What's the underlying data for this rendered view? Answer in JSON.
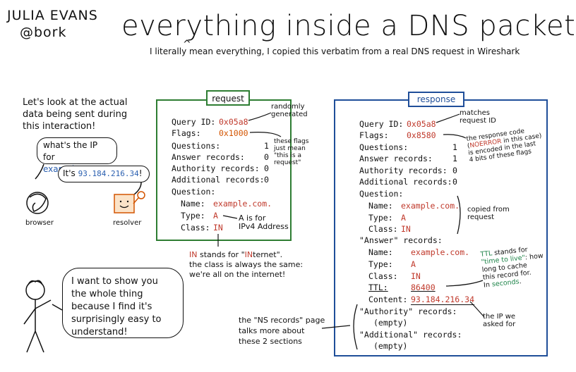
{
  "author": {
    "name": "JULIA EVANS",
    "handle": "@bork"
  },
  "title": "everything inside a DNS packet",
  "subtitle": "I literally mean everything, I copied this verbatim from a real DNS request in Wireshark",
  "intro": {
    "text": "Let's look at the actual data being sent during this interaction!",
    "question_line1": "what's the IP",
    "question_for": "for",
    "question_domain": "example.com",
    "question_mark": "?",
    "answer_prefix": "It's",
    "answer_ip": "93.184.216.34",
    "answer_suffix": "!",
    "browser_label": "browser",
    "resolver_label": "resolver"
  },
  "request": {
    "heading": "request",
    "fields": {
      "query_id_label": "Query ID:",
      "query_id_value": "0x05a8",
      "flags_label": "Flags:",
      "flags_value": "0x1000",
      "questions_label": "Questions:",
      "questions_value": "1",
      "answers_label": "Answer records:",
      "answers_value": "0",
      "authority_label": "Authority records:",
      "authority_value": "0",
      "additional_label": "Additional records:",
      "additional_value": "0",
      "question_label": "Question:",
      "name_label": "Name:",
      "name_value": "example.com.",
      "type_label": "Type:",
      "type_value": "A",
      "class_label": "Class:",
      "class_value": "IN"
    },
    "notes": {
      "random": "randomly\ngenerated",
      "flags": "these flags\njust mean\n\"this is a\nrequest\"",
      "a_record": "A is for\nIPv4 Address"
    }
  },
  "in_note": {
    "line1_in": "IN",
    "line1_rest": " stands for \"",
    "line1_in2": "IN",
    "line1_end": "ternet\".",
    "line2": "the class is always the same:",
    "line3": "we're all on the internet!"
  },
  "response": {
    "heading": "response",
    "fields": {
      "query_id_label": "Query ID:",
      "query_id_value": "0x05a8",
      "flags_label": "Flags:",
      "flags_value": "0x8580",
      "questions_label": "Questions:",
      "questions_value": "1",
      "answers_label": "Answer records:",
      "answers_value": "1",
      "authority_label": "Authority records:",
      "authority_value": "0",
      "additional_label": "Additional records:",
      "additional_value": "0",
      "question_label": "Question:",
      "name_label": "Name:",
      "name_value": "example.com.",
      "type_label": "Type:",
      "type_value": "A",
      "class_label": "Class:",
      "class_value": "IN",
      "answer_label": "\"Answer\" records:",
      "a_name_label": "Name:",
      "a_name_value": "example.com.",
      "a_type_label": "Type:",
      "a_type_value": "A",
      "a_class_label": "Class:",
      "a_class_value": "IN",
      "ttl_label": "TTL:",
      "ttl_value": "86400",
      "content_label": "Content:",
      "content_value": "93.184.216.34",
      "authority_section": "\"Authority\" records:",
      "authority_empty": "(empty)",
      "additional_section": "\"Additional\" records:",
      "additional_empty": "(empty)"
    },
    "notes": {
      "matches": "matches\nrequest ID",
      "rcode_1": "the response code",
      "rcode_2a": "(",
      "rcode_2b": "NOERROR",
      "rcode_2c": " in this case)",
      "rcode_3": "is encoded in the last",
      "rcode_4": "4 bits of these flags",
      "copied": "copied from\nrequest",
      "ttl_1a": "TTL",
      "ttl_1b": " stands for",
      "ttl_2a": "\"time to live\"",
      "ttl_2b": ": how",
      "ttl_3": "long to cache",
      "ttl_4": "this record for.",
      "ttl_5a": "In ",
      "ttl_5b": "seconds",
      "ttl_5c": ".",
      "ip_asked": "the IP we\nasked for"
    }
  },
  "ns_note": "the \"NS records\" page\ntalks more about\nthese 2 sections",
  "bottom_bubble": "I want to show you the whole thing because I find it's surprisingly easy to understand!",
  "colors": {
    "request_border": "#2e7d32",
    "response_border": "#1f4e99",
    "value_red": "#c0392b",
    "value_orange": "#d35400",
    "note_green": "#1e8449",
    "domain_blue": "#2a5fb0"
  }
}
